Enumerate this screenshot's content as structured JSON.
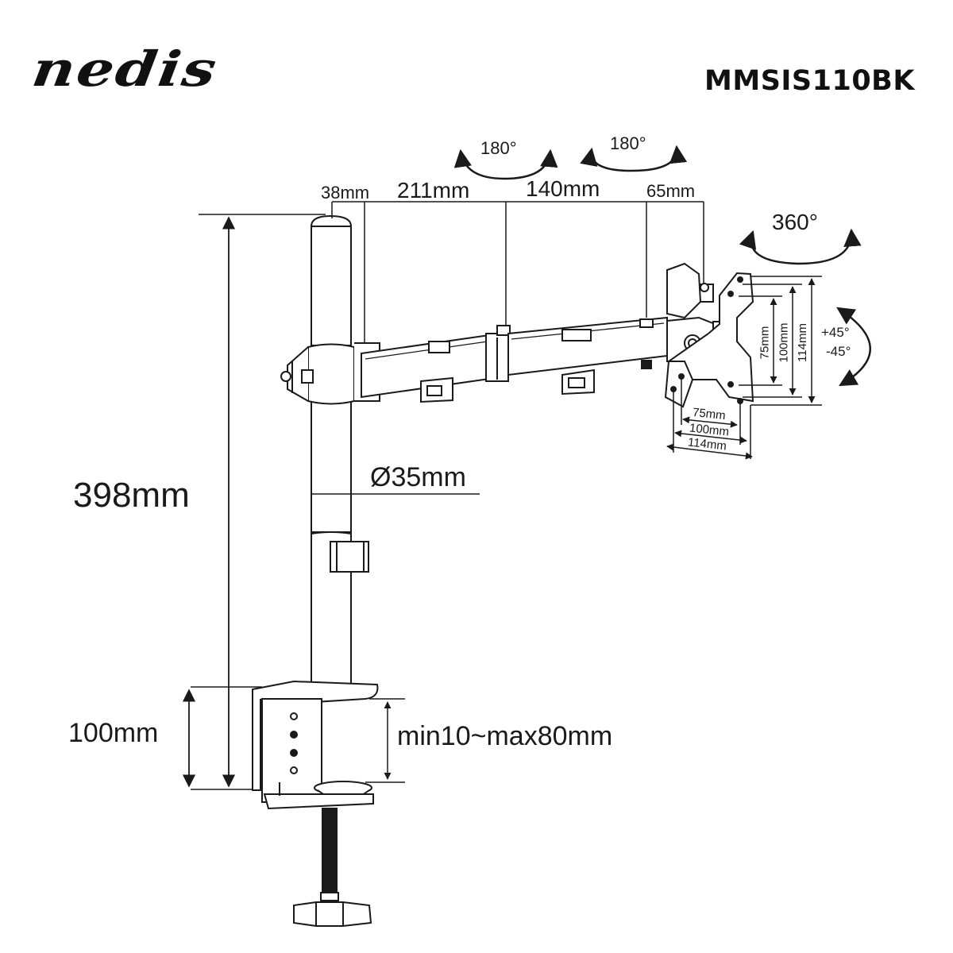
{
  "header": {
    "brand_logo": "nedis",
    "model_number": "MMSIS110BK"
  },
  "dimensions": {
    "pole_height": "398mm",
    "pole_diameter": "Ø35mm",
    "clamp_height": "100mm",
    "desk_thickness": "min10~max80mm",
    "arm_segments": {
      "pole_offset": "38mm",
      "arm_1": "211mm",
      "arm_2": "140mm",
      "head_offset": "65mm"
    },
    "vesa_vertical": [
      "75mm",
      "100mm",
      "114mm"
    ],
    "vesa_horizontal": [
      "75mm",
      "100mm",
      "114mm"
    ]
  },
  "rotations": {
    "joint_1": "180°",
    "joint_2": "180°",
    "swivel": "360°",
    "tilt_up": "+45°",
    "tilt_down": "-45°"
  },
  "colors": {
    "line": "#1a1a1a",
    "background": "#ffffff"
  }
}
